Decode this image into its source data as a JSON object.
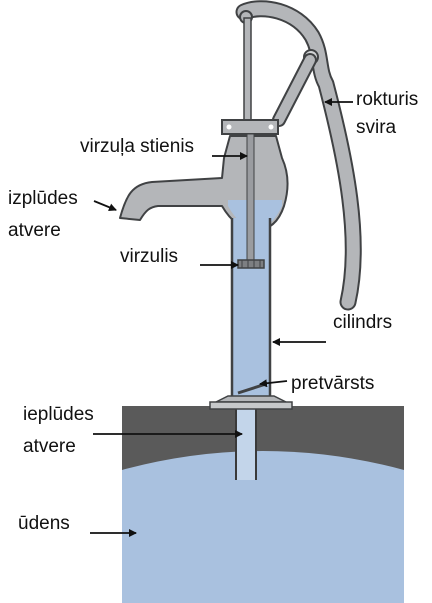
{
  "labels": {
    "handle_line1": "rokturis",
    "handle_line2": "svira",
    "piston_rod": "virzuļa stienis",
    "outlet_line1": "izplūdes",
    "outlet_line2": "atvere",
    "piston": "virzulis",
    "cylinder": "cilindrs",
    "check_valve": "pretvārsts",
    "inlet_line1": "ieplūdes",
    "inlet_line2": "atvere",
    "water": "ūdens"
  },
  "colors": {
    "water": "#a9c1df",
    "water_light": "#c3d5ea",
    "metal": "#b4b6b9",
    "metal_dark": "#7d7f82",
    "ground": "#5a5a5a",
    "outline": "#404244",
    "text": "#111111"
  }
}
